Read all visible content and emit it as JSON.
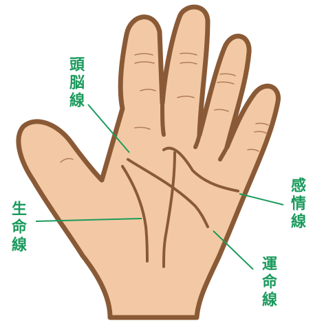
{
  "labels": {
    "head_line": "頭脳線",
    "heart_line": "感情線",
    "life_line": "生命線",
    "fate_line": "運命線"
  },
  "colors": {
    "skin": "#f2c9a4",
    "outline": "#8a5a36",
    "crease": "#8a5a36",
    "leader": "#1a9a5c",
    "label": "#1a9a5c"
  }
}
